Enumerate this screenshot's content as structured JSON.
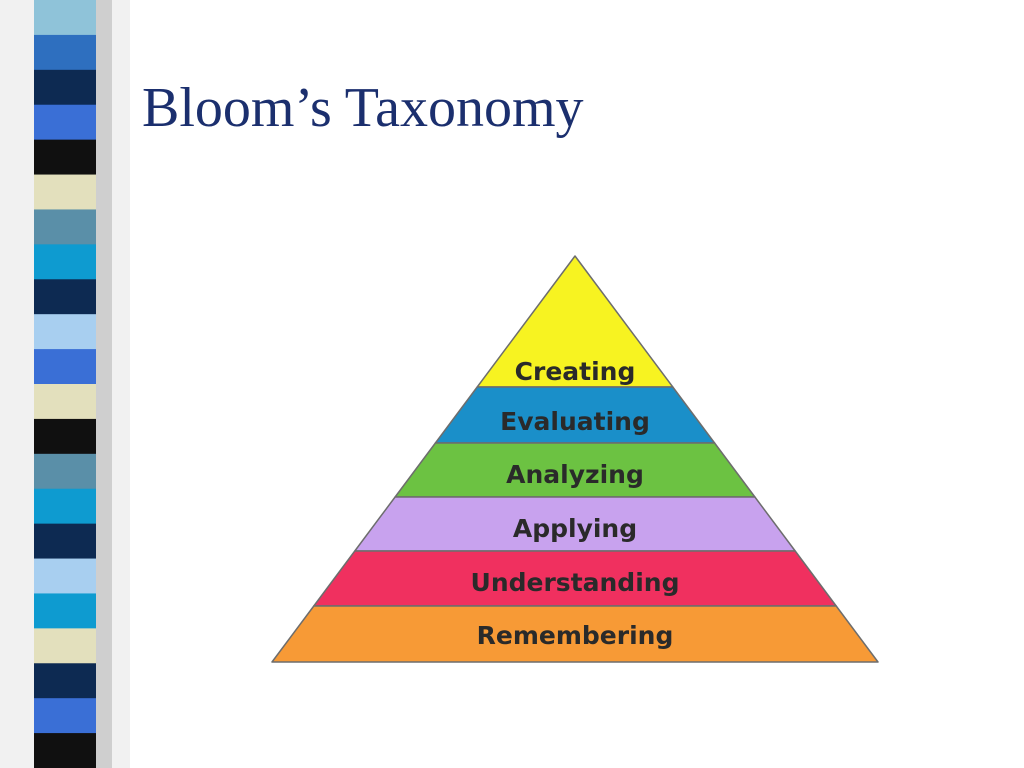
{
  "slide": {
    "title": "Bloom’s Taxonomy"
  },
  "side_strip": {
    "colors": [
      "#8fc3d9",
      "#2e6fbf",
      "#0d2a52",
      "#3a6fd6",
      "#101010",
      "#e3e0bd",
      "#5a8fa8",
      "#0e9bd0",
      "#0d2a52",
      "#a8cff0",
      "#3a6fd6",
      "#e3e0bd",
      "#101010",
      "#5a8fa8",
      "#0e9bd0",
      "#0d2a52",
      "#a8cff0",
      "#0e9bd0",
      "#e3e0bd",
      "#0d2a52",
      "#3a6fd6",
      "#101010"
    ]
  },
  "pyramid": {
    "tiers": [
      {
        "label": "Creating",
        "color": "#f7f321"
      },
      {
        "label": "Evaluating",
        "color": "#1a8fc9"
      },
      {
        "label": "Analyzing",
        "color": "#6cc242"
      },
      {
        "label": "Applying",
        "color": "#c8a2ee"
      },
      {
        "label": "Understanding",
        "color": "#f0305f"
      },
      {
        "label": "Remembering",
        "color": "#f79a36"
      }
    ]
  }
}
